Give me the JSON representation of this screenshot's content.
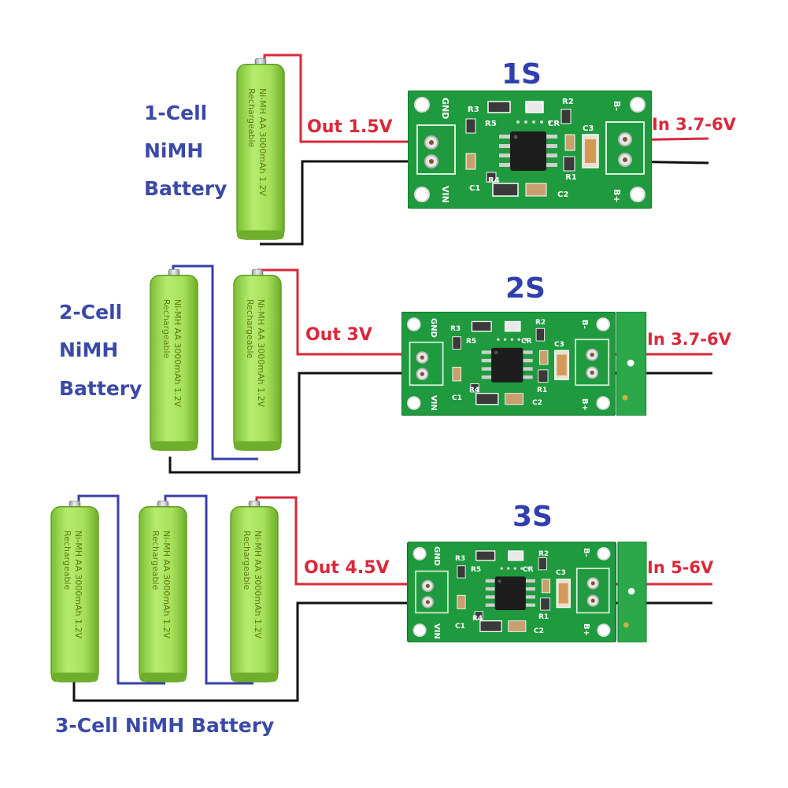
{
  "colors": {
    "battery": "#a6e05a",
    "battery_shade": "#7cbf34",
    "pcb": "#1f9a3e",
    "pcb_dark": "#157a2f",
    "wire_red": "#d9283a",
    "wire_black": "#111111",
    "wire_blue": "#3a3fa8",
    "label_blue": "#3b4aa6",
    "label_red": "#d9283a"
  },
  "cell_print": {
    "line1": "Ni-MH AA 3000mAh 1.2V",
    "line2": "Rechargeable"
  },
  "pcb_silkscreen": {
    "gnd": "GND",
    "vin": "VIN",
    "b_minus": "B-",
    "b_plus": "B+",
    "r1": "R1",
    "r2": "R2",
    "r3": "R3",
    "r4": "R4",
    "r5": "R5",
    "c1": "C1",
    "c2": "C2",
    "c3": "C3",
    "cr": "CR"
  },
  "section_1s": {
    "title": "1S",
    "battery_line1": "1-Cell",
    "battery_line2": "NiMH",
    "battery_line3": "Battery",
    "out_label": "Out 1.5V",
    "in_label": "In 3.7-6V"
  },
  "section_2s": {
    "title": "2S",
    "battery_line1": "2-Cell",
    "battery_line2": "NiMH",
    "battery_line3": "Battery",
    "out_label": "Out 3V",
    "in_label": "In 3.7-6V"
  },
  "section_3s": {
    "title": "3S",
    "battery_label": "3-Cell NiMH Battery",
    "out_label": "Out 4.5V",
    "in_label": "In 5-6V"
  }
}
